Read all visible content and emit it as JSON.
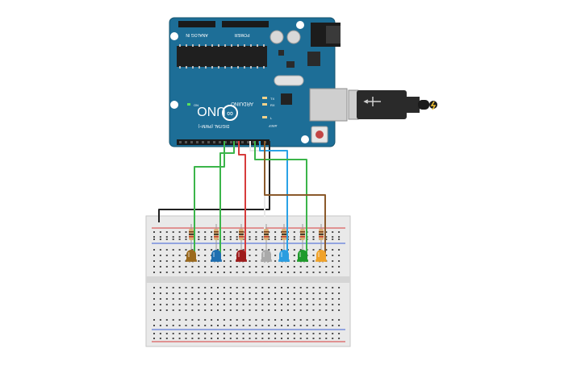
{
  "arduino": {
    "brand": "ARDUINO",
    "model": "UNO",
    "logo_symbol": "∞",
    "header_analog": "ANALOG IN",
    "header_power": "POWER",
    "header_digital": "DIGITAL (PWM~)",
    "led_on": "ON",
    "led_tx": "TX",
    "led_rx": "RX",
    "led_l": "L",
    "aref": "AREF"
  },
  "components": {
    "leds": [
      {
        "color_name": "orange-brown",
        "color": "#9b6a1e"
      },
      {
        "color_name": "blue",
        "color": "#1e6fb0"
      },
      {
        "color_name": "red",
        "color": "#9e1c1c"
      },
      {
        "color_name": "white",
        "color": "#a9a9a9"
      },
      {
        "color_name": "light-blue",
        "color": "#2a9de0"
      },
      {
        "color_name": "green",
        "color": "#1f9a2c"
      },
      {
        "color_name": "orange",
        "color": "#f0a22a"
      }
    ]
  },
  "colors": {
    "board": "#1d6e97",
    "breadboard": "#e8e8e8",
    "rail_red": "#d63b3b",
    "rail_blue": "#3b5fd6",
    "wire_green": "#3bb54a",
    "wire_red": "#d73c3c",
    "wire_black": "#222222",
    "wire_blue": "#2aa2e6",
    "wire_brown": "#8b5a2b",
    "wire_white": "#e9e9e9"
  }
}
